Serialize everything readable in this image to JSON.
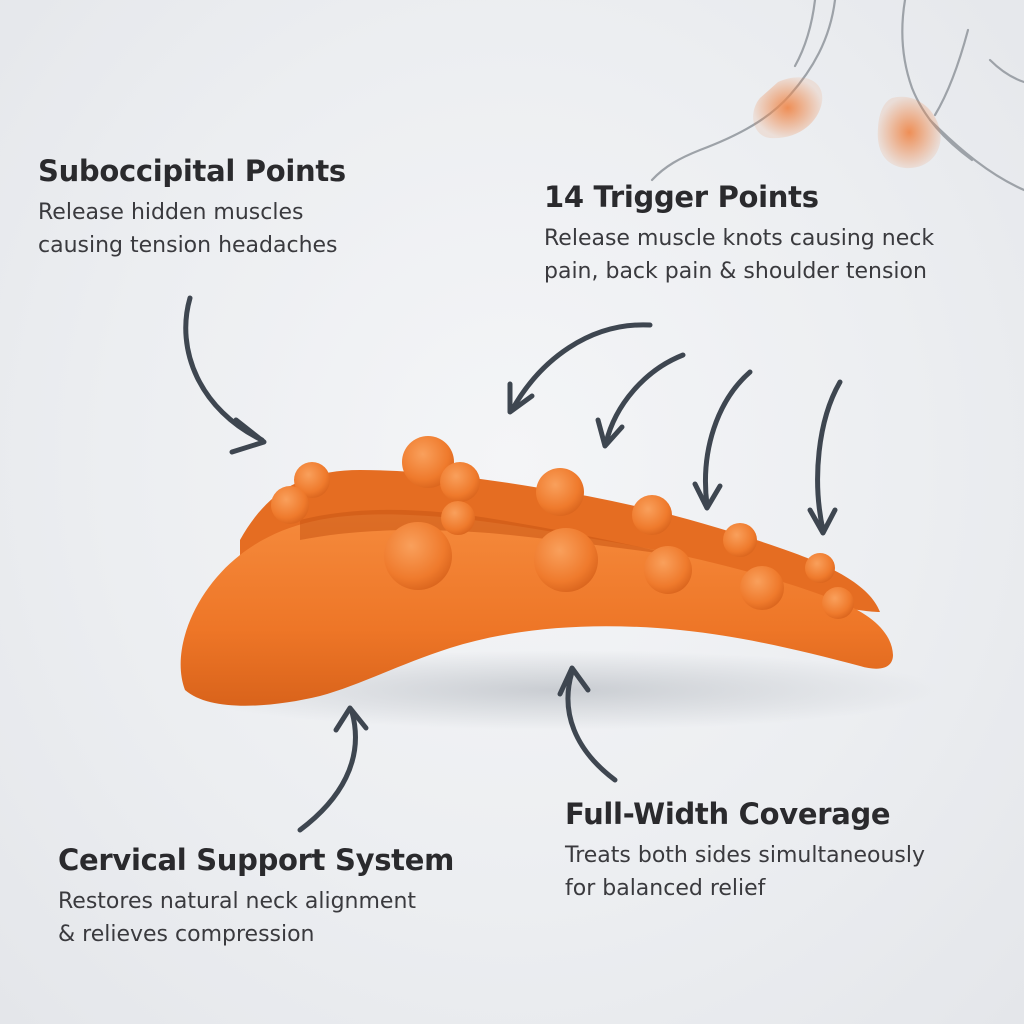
{
  "callouts": {
    "suboccipital": {
      "title": "Suboccipital Points",
      "lines": [
        "Release hidden muscles",
        "causing tension headaches"
      ]
    },
    "trigger_points": {
      "title": "14 Trigger Points",
      "lines": [
        "Release muscle knots causing neck",
        "pain, back pain & shoulder tension"
      ]
    },
    "full_width": {
      "title": "Full-Width Coverage",
      "lines": [
        "Treats both sides simultaneously",
        "for balanced relief"
      ]
    },
    "cervical": {
      "title": "Cervical Support System",
      "lines": [
        "Restores natural neck alignment",
        "& relieves compression"
      ]
    }
  },
  "colors": {
    "product_orange": "#f07a2b",
    "arrow": "#3e4650",
    "text": "#2a2a2d",
    "highlight": "#ee8a4f"
  },
  "icons": [
    "neck-illustration",
    "curved-arrow-icon"
  ]
}
